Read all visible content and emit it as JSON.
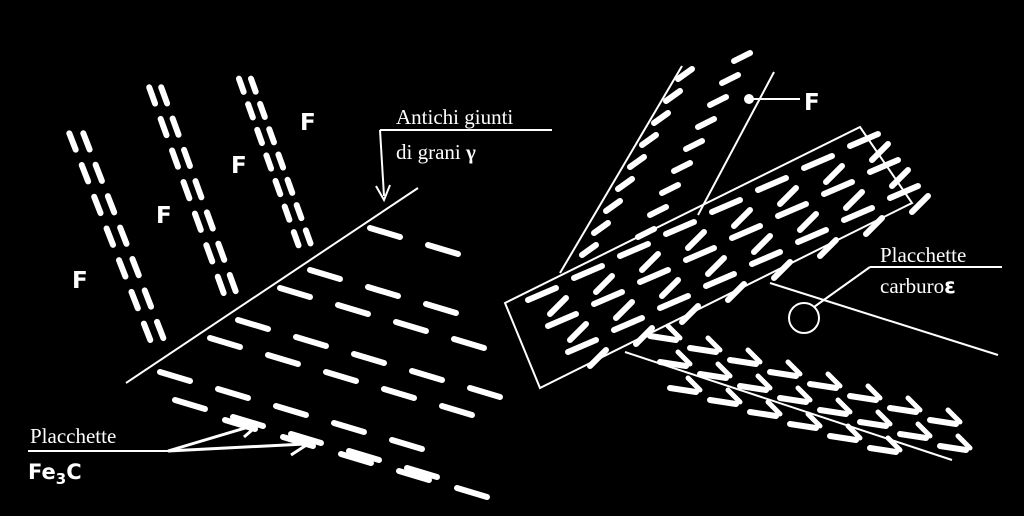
{
  "diagram": {
    "background": "#000000",
    "ink": "#ffffff",
    "left_panel": {
      "phase_labels": [
        "F",
        "F",
        "F",
        "F"
      ],
      "boundary_label": {
        "line1": "Antichi giunti",
        "line2": "di grani",
        "symbol": "γ"
      },
      "plate_label": {
        "line1": "Placchette",
        "line2": "Fe",
        "subscript": "3",
        "suffix": "C"
      }
    },
    "right_panel": {
      "phase_label": "F",
      "plate_label": {
        "line1": "Placchette",
        "line2": "carburo",
        "symbol": "ε"
      }
    }
  }
}
